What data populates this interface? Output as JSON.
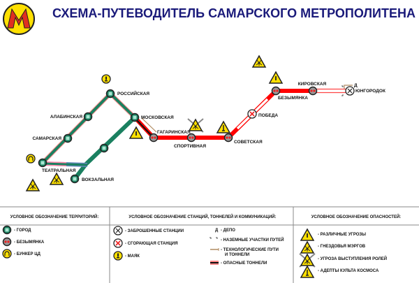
{
  "title": "СХЕМА-ПУТЕВОДИТЕЛЬ САМАРСКОГО МЕТРОПОЛИТЕНА",
  "logo": {
    "letter": "М",
    "colors": {
      "ring": "#ffe000",
      "letter": "#e03020"
    }
  },
  "colors": {
    "city_line": "#1a8060",
    "bezymyanka_line": "#ff0000",
    "hazard": "#ffe000",
    "tech_path": "#b08a60",
    "title": "#1a1a7a"
  },
  "stations": {
    "rossiyskaya": "РОССИЙСКАЯ",
    "alabinskaya": "АЛАБИНСКАЯ",
    "samarskaya": "САМАРСКАЯ",
    "teatralnaya": "ТЕАТРАЛЬНАЯ",
    "vokzalnaya": "ВОКЗАЛЬНАЯ",
    "moskovskaya": "МОСКОВСКАЯ",
    "gagarinskaya": "ГАГАРИНСКАЯ",
    "sportivnaya": "СПОРТИВНАЯ",
    "sovetskaya": "СОВЕТСКАЯ",
    "pobeda": "ПОБЕДА",
    "bezymyanka": "БЕЗЫМЯНКА",
    "kirovskaya": "КИРОВСКАЯ",
    "yungorodok": "ЮНГОРОДОК"
  },
  "depot_mark": "Д",
  "legend": {
    "territories": {
      "header": "УСЛОВНОЕ ОБОЗНАЧЕНИЕ ТЕРРИТОРИЙ:",
      "items": [
        "- ГОРОД",
        "- БЕЗЫМЯНКА",
        "- БУНКЕР ЦД"
      ]
    },
    "stations": {
      "header": "УСЛОВНОЕ ОБОЗНАЧЕНИЕ СТАНЦИЙ, ТОННЕЛЕЙ И КОММУНИКАЦИЙ:",
      "items": [
        "- ЗАБРОШЕННЫЕ СТАНЦИИ",
        "- СГОРАЮЩАЯ СТАНЦИЯ",
        "- МАЯК"
      ],
      "depot_symbol": "Д",
      "depot": "- ДЕПО",
      "ground": "- НАЗЕМНЫЕ УЧАСТКИ ПУТЕЙ",
      "tech_1": "- ТЕХНОЛОГИЧЕСКИЕ ПУТИ",
      "tech_2": "И ТОННЕЛИ",
      "dangerous": "- ОПАСНЫЕ ТОННЕЛИ"
    },
    "hazards": {
      "header": "УСЛОВНОЕ ОБОЗНАЧЕНИЕ ОПАСНОСТЕЙ:",
      "items": [
        "- РАЗЛИЧНЫЕ УГРОЗЫ",
        "- ГНЕЗДОВЬЯ МЭРГОВ",
        "- УГРОЗА ВЫСТУПЛЕНИЯ РОЛЕЙ",
        "- АДЕПТЫ КУЛЬТА КОСМОСА"
      ]
    }
  }
}
